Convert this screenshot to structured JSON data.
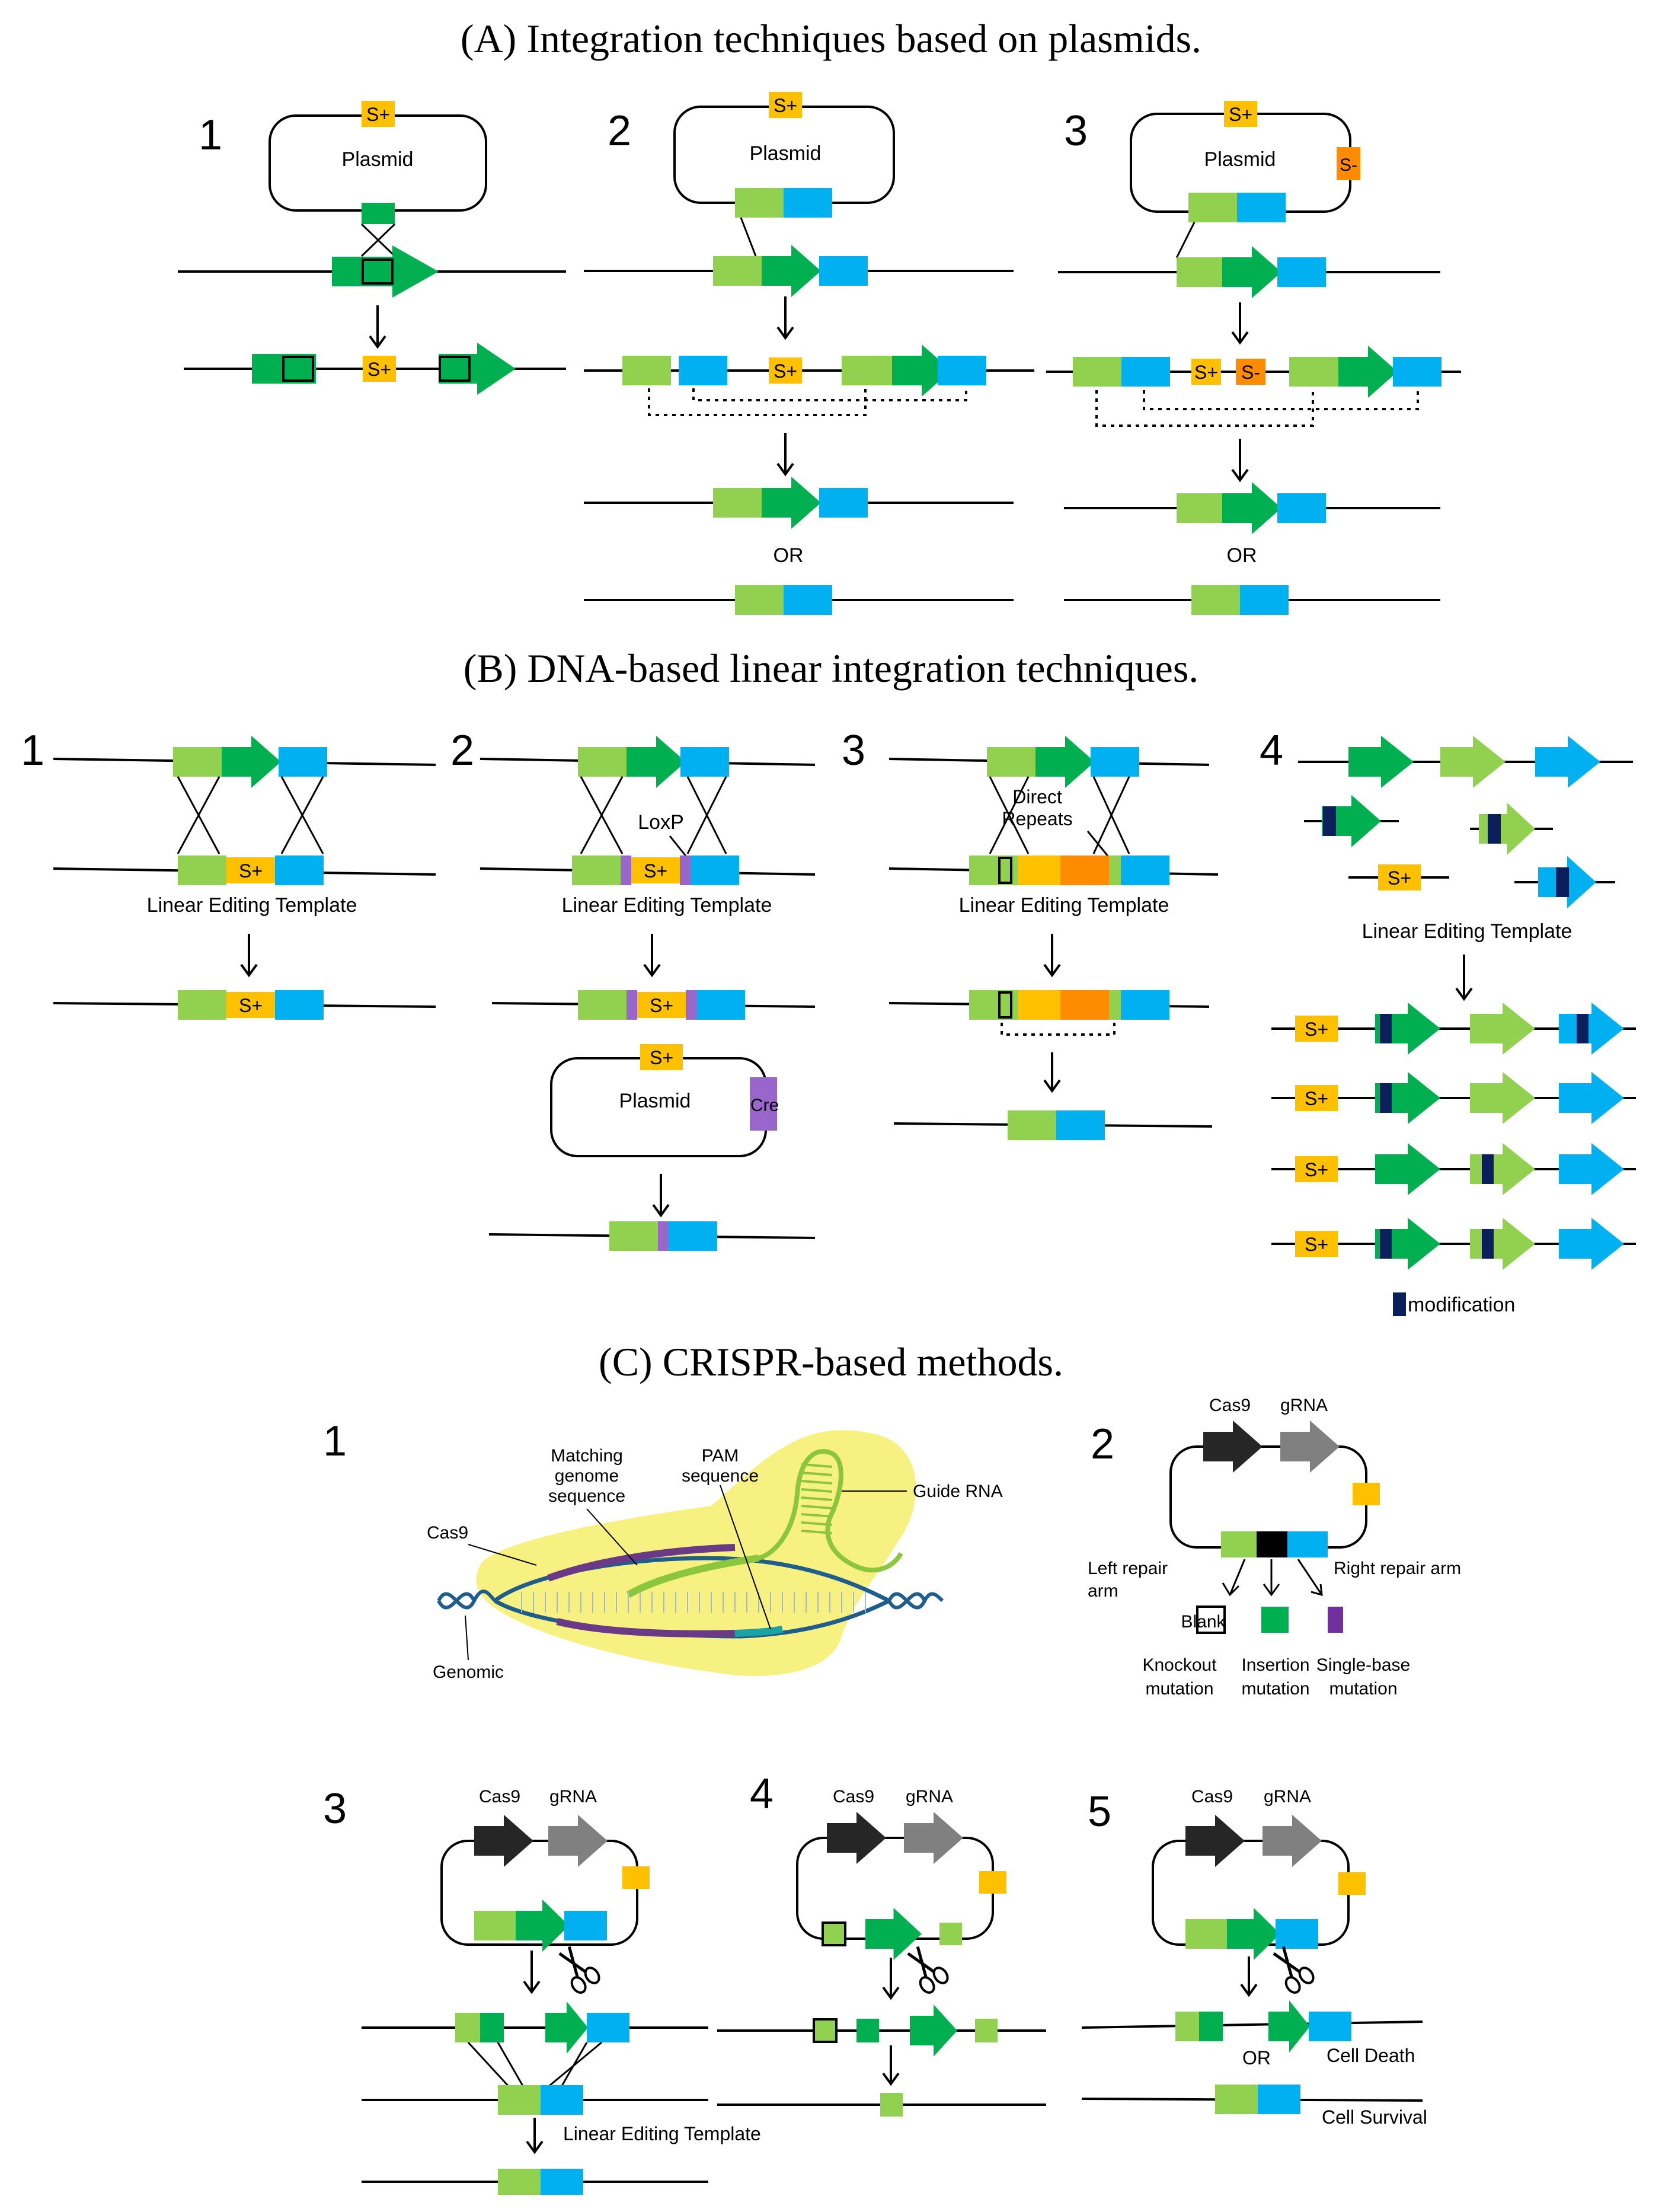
{
  "section_titles": {
    "a": "(A) Integration techniques based on plasmids.",
    "b": "(B) DNA-based linear integration techniques.",
    "c": "(C) CRISPR-based methods."
  },
  "panel_numbers": [
    "1",
    "2",
    "3",
    "4",
    "5"
  ],
  "labels": {
    "plasmid": "Plasmid",
    "s_plus": "S+",
    "s_minus": "S-",
    "or": "OR",
    "linear_template": "Linear Editing Template",
    "loxp": "LoxP",
    "cre": "Cre",
    "direct_repeats": [
      "Direct",
      "Repeats"
    ],
    "modification": "modification",
    "cas9": "Cas9",
    "grna": "gRNA",
    "matching_genome_sequence": [
      "Matching",
      "genome",
      "sequence"
    ],
    "pam_sequence": [
      "PAM",
      "sequence"
    ],
    "guide_rna": "Guide RNA",
    "genomic": "Genomic",
    "left_repair_arm": [
      "Left repair",
      "arm"
    ],
    "right_repair_arm": "Right repair arm",
    "blank": "Blank",
    "knockout_mutation": [
      "Knockout",
      "mutation"
    ],
    "insertion_mutation": [
      "Insertion",
      "mutation"
    ],
    "single_base_mutation": [
      "Single-base",
      "mutation"
    ],
    "cell_death": "Cell Death",
    "cell_survival": "Cell Survival"
  },
  "colors": {
    "light_green": "#92D050",
    "dark_green": "#00B050",
    "blue": "#00B0F0",
    "selection_yellow": "#FFC000",
    "orange": "#FF8C00",
    "purple": "#9966CC",
    "navy": "#0B1F5C",
    "cas9_black": "#262626",
    "grna_gray": "#808080",
    "halo_yellow": "#F4EE6A",
    "dna_blue": "#1F5E8C",
    "strand_purple": "#6B3A86",
    "guide_green": "#8CC63F",
    "pam_teal": "#1AA3A3"
  }
}
